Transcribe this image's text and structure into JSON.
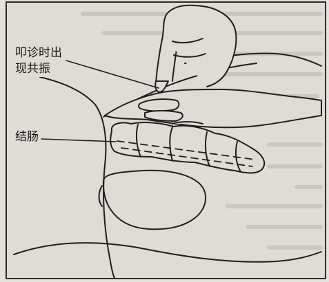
{
  "figure": {
    "labels": {
      "resonance_line1": "叩诊时出",
      "resonance_line2": "现共振",
      "colon": "结肠"
    }
  }
}
